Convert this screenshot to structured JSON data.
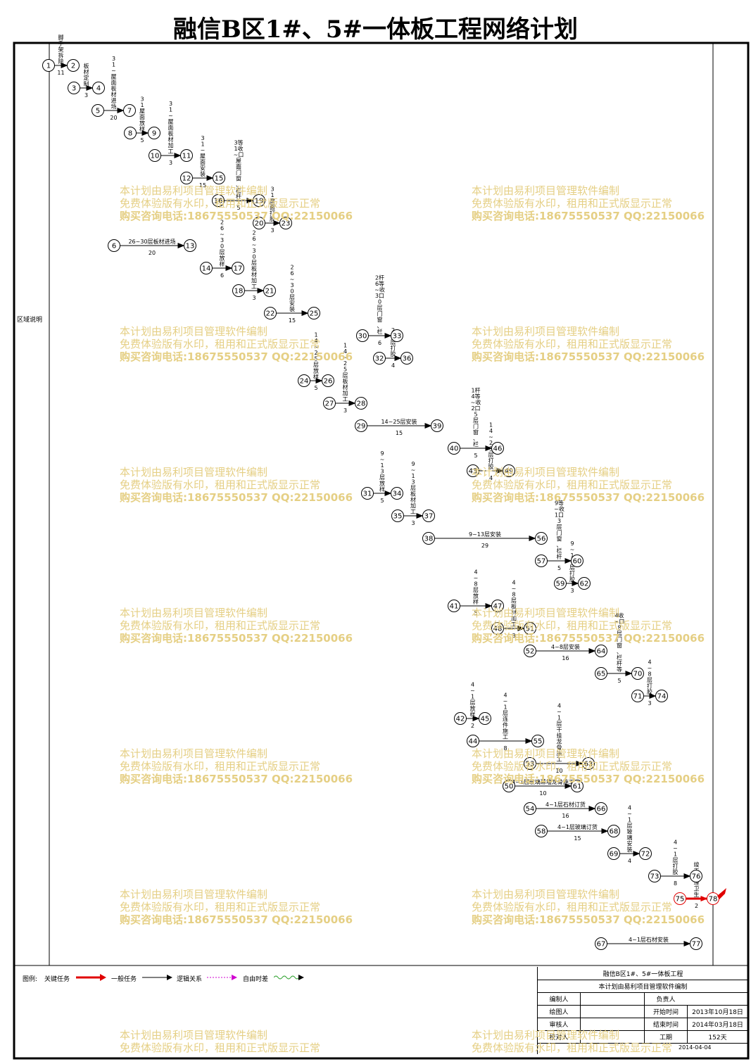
{
  "title": "融信B区1#、5#一体板工程网络计划",
  "sidebar_label": "区域说明",
  "watermark": [
    "本计划由易利项目管理软件编制",
    "免费体验版有水印，租用和正式版显示正常",
    "购买咨询电话:18675550537 QQ:22150066"
  ],
  "legend": {
    "prefix": "图例:",
    "critical": "关键任务",
    "normal": "一般任务",
    "logic": "逻辑关系",
    "free_float": "自由时差"
  },
  "title_block": {
    "project": "融信B区1#、5#一体板工程",
    "software": "本计划由易利项目管理软件编制",
    "compiled_by": "编制人",
    "responsible": "负责人",
    "drawn_by": "绘图人",
    "start_label": "开始时间",
    "start_value": "2013年10月18日",
    "reviewed_by": "审核人",
    "end_label": "结束时间",
    "end_value": "2014年03月18日",
    "checked_by": "校对人",
    "duration_label": "工期",
    "duration_value": "152天",
    "print_date": "2014-04-04"
  },
  "colors": {
    "critical": "#e00000",
    "normal": "#000000",
    "watermark": "#e5cf84",
    "free_float": "#2ca02c",
    "logic": "#d000d0"
  },
  "network": {
    "nodes": [
      "1",
      "2",
      "3",
      "4",
      "5",
      "7",
      "8",
      "9",
      "10",
      "11",
      "12",
      "15",
      "16",
      "19",
      "20",
      "23",
      "6",
      "13",
      "14",
      "17",
      "18",
      "21",
      "22",
      "25",
      "30",
      "33",
      "32",
      "36",
      "24",
      "26",
      "27",
      "28",
      "29",
      "39",
      "40",
      "46",
      "43",
      "49",
      "31",
      "34",
      "35",
      "37",
      "38",
      "56",
      "57",
      "60",
      "59",
      "62",
      "41",
      "47",
      "48",
      "51",
      "52",
      "64",
      "65",
      "70",
      "71",
      "74",
      "42",
      "45",
      "44",
      "55",
      "53",
      "63",
      "50",
      "61",
      "54",
      "66",
      "58",
      "68",
      "69",
      "72",
      "73",
      "76",
      "75",
      "78",
      "67",
      "77"
    ],
    "activities": [
      {
        "from": "1",
        "to": "2",
        "label": "脚手架拆除",
        "duration": "11",
        "critical": false
      },
      {
        "from": "3",
        "to": "4",
        "label": "板材定制",
        "duration": "3",
        "critical": false
      },
      {
        "from": "5",
        "to": "7",
        "label": "31~屋面板材进场",
        "duration": "20",
        "critical": false
      },
      {
        "from": "8",
        "to": "9",
        "label": "31屋面放样",
        "duration": "5",
        "critical": false
      },
      {
        "from": "10",
        "to": "11",
        "label": "31~屋面板材加工",
        "duration": "3",
        "critical": false
      },
      {
        "from": "12",
        "to": "15",
        "label": "31~屋面安装",
        "duration": "15",
        "critical": false
      },
      {
        "from": "16",
        "to": "19",
        "label": "31~屋面门窗、栏杆等收口",
        "duration": "5",
        "critical": false
      },
      {
        "from": "20",
        "to": "23",
        "label": "31屋面打胶",
        "duration": "3",
        "critical": false
      },
      {
        "from": "6",
        "to": "13",
        "label": "26~30层板材进场",
        "duration": "20",
        "critical": false
      },
      {
        "from": "14",
        "to": "17",
        "label": "26~30层放样",
        "duration": "6",
        "critical": false
      },
      {
        "from": "18",
        "to": "21",
        "label": "26~30层板材加工",
        "duration": "3",
        "critical": false
      },
      {
        "from": "22",
        "to": "25",
        "label": "26~30层安装",
        "duration": "15",
        "critical": false
      },
      {
        "from": "30",
        "to": "33",
        "label": "26~30层门窗、栏杆等收口",
        "duration": "6",
        "critical": false
      },
      {
        "from": "32",
        "to": "36",
        "label": "25层打胶",
        "duration": "4",
        "critical": false
      },
      {
        "from": "24",
        "to": "26",
        "label": "14~25层放样",
        "duration": "5",
        "critical": false
      },
      {
        "from": "27",
        "to": "28",
        "label": "14~25层板材加工",
        "duration": "3",
        "critical": false
      },
      {
        "from": "29",
        "to": "39",
        "label": "14~25层安装",
        "duration": "15",
        "critical": false
      },
      {
        "from": "40",
        "to": "46",
        "label": "14~25层门窗、栏杆等收口",
        "duration": "5",
        "critical": false
      },
      {
        "from": "43",
        "to": "49",
        "label": "14~25层打胶",
        "duration": "4",
        "critical": false
      },
      {
        "from": "31",
        "to": "34",
        "label": "9~13层放样",
        "duration": "5",
        "critical": false
      },
      {
        "from": "35",
        "to": "37",
        "label": "9~13层板材加工",
        "duration": "3",
        "critical": false
      },
      {
        "from": "38",
        "to": "56",
        "label": "9~13层安装",
        "duration": "29",
        "critical": false
      },
      {
        "from": "57",
        "to": "60",
        "label": "9~13层门窗、栏杆等收口",
        "duration": "5",
        "critical": false
      },
      {
        "from": "59",
        "to": "62",
        "label": "9~13层打胶",
        "duration": "3",
        "critical": false
      },
      {
        "from": "41",
        "to": "47",
        "label": "4~8层放样",
        "duration": "5",
        "critical": false
      },
      {
        "from": "48",
        "to": "51",
        "label": "4~8层板材加工",
        "duration": "3",
        "critical": false
      },
      {
        "from": "52",
        "to": "64",
        "label": "4~8层安装",
        "duration": "16",
        "critical": false
      },
      {
        "from": "65",
        "to": "70",
        "label": "4~8层门窗、栏杆等收口",
        "duration": "5",
        "critical": false
      },
      {
        "from": "71",
        "to": "74",
        "label": "4~8层打胶",
        "duration": "3",
        "critical": false
      },
      {
        "from": "42",
        "to": "45",
        "label": "4~1层放样",
        "duration": "2",
        "critical": false
      },
      {
        "from": "44",
        "to": "55",
        "label": "4~1层连件施工",
        "duration": "8",
        "critical": false
      },
      {
        "from": "53",
        "to": "63",
        "label": "4~1层干挂龙骨施工",
        "duration": "10",
        "critical": false
      },
      {
        "from": "50",
        "to": "61",
        "label": "4~1层玻璃幕墙龙骨施工",
        "duration": "10",
        "critical": false
      },
      {
        "from": "54",
        "to": "66",
        "label": "4~1层石材订货",
        "duration": "16",
        "critical": false
      },
      {
        "from": "58",
        "to": "68",
        "label": "4~1层玻璃订货",
        "duration": "15",
        "critical": false
      },
      {
        "from": "69",
        "to": "72",
        "label": "4~1层玻璃安装",
        "duration": "4",
        "critical": false
      },
      {
        "from": "73",
        "to": "76",
        "label": "4~1层打胶",
        "duration": "8",
        "critical": false
      },
      {
        "from": "75",
        "to": "78",
        "label": "竣工清理卫生",
        "duration": "2",
        "critical": true
      },
      {
        "from": "67",
        "to": "77",
        "label": "4~1层石材安装",
        "duration": "",
        "critical": false
      }
    ]
  }
}
